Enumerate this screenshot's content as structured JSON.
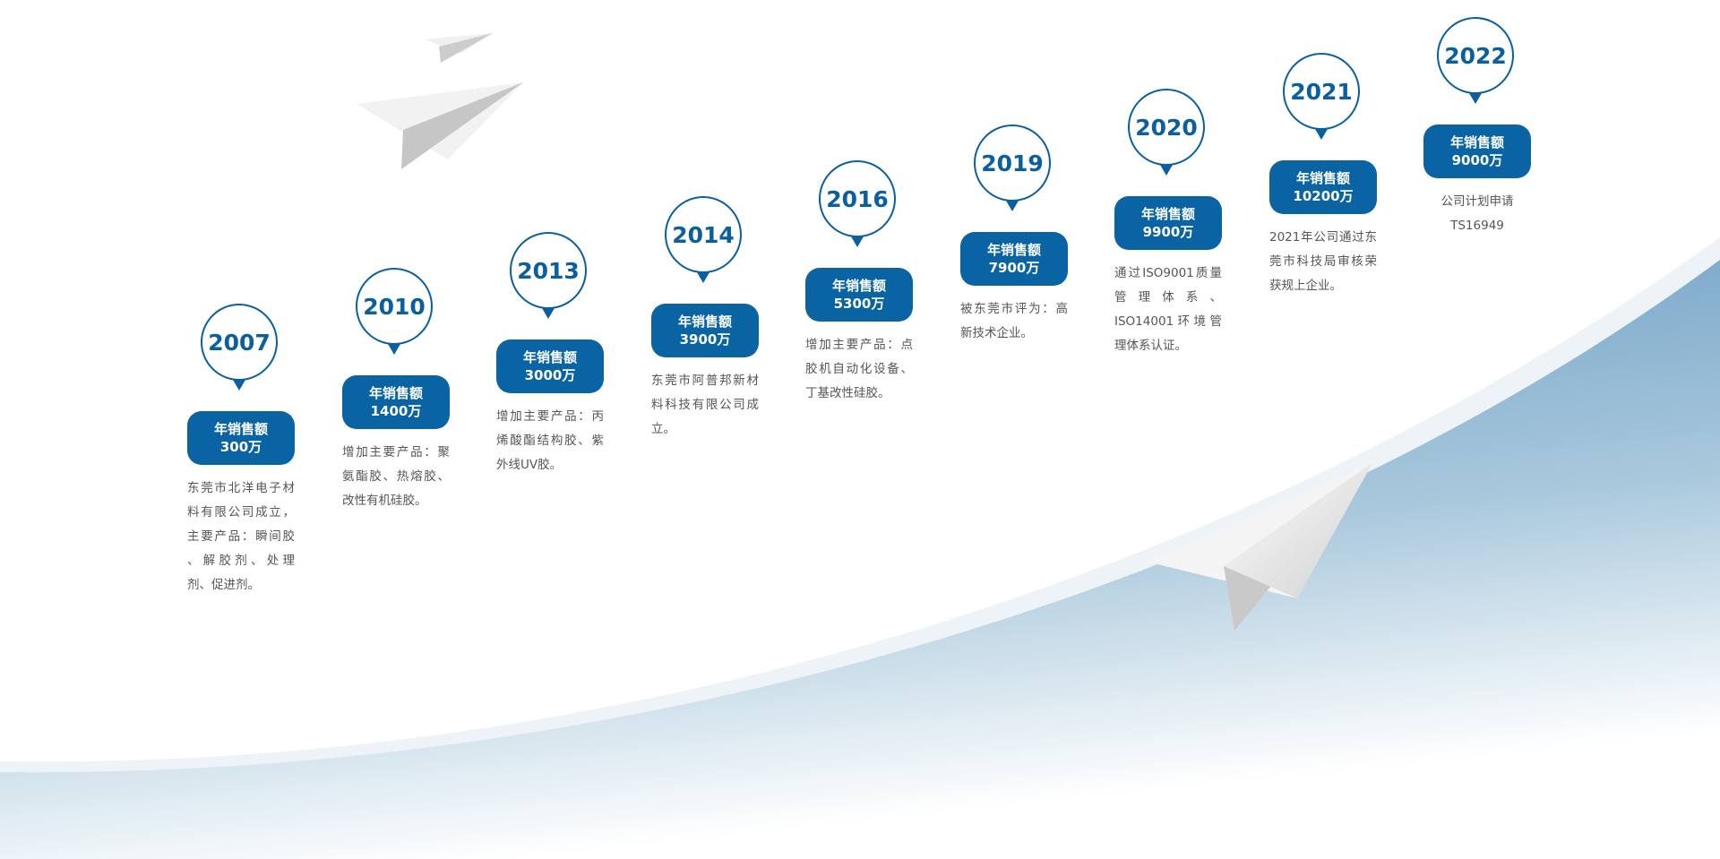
{
  "timeline": [
    {
      "year": "2007",
      "label": "年销售额",
      "amount": "300万",
      "text": "东莞市北洋电子材料有限公司成立，主要产品：瞬间胶 、解胶剂、处理剂、促进剂。"
    },
    {
      "year": "2010",
      "label": "年销售额",
      "amount": "1400万",
      "text": "增加主要产品：聚氨酯胶、热熔胶、改性有机硅胶。"
    },
    {
      "year": "2013",
      "label": "年销售额",
      "amount": "3000万",
      "text": "增加主要产品：丙烯酸酯结构胶、紫外线UV胶。"
    },
    {
      "year": "2014",
      "label": "年销售额",
      "amount": "3900万",
      "text": "东莞市阿普邦新材料科技有限公司成立。"
    },
    {
      "year": "2016",
      "label": "年销售额",
      "amount": "5300万",
      "text": "增加主要产品：点胶机自动化设备、丁基改性硅胶。"
    },
    {
      "year": "2019",
      "label": "年销售额",
      "amount": "7900万",
      "text": "被东莞市评为：高新技术企业。"
    },
    {
      "year": "2020",
      "label": "年销售额",
      "amount": "9900万",
      "text": "通过ISO9001质量管理体系、ISO14001环境管理体系认证。"
    },
    {
      "year": "2021",
      "label": "年销售额",
      "amount": "10200万",
      "text": "2021年公司通过东莞市科技局审核荣获规上企业。"
    },
    {
      "year": "2022",
      "label": "年销售额",
      "amount": "9000万",
      "text": "公司计划申请TS16949"
    }
  ],
  "colors": {
    "accent": "#0a63a3",
    "wave": "#6a9fc4"
  }
}
